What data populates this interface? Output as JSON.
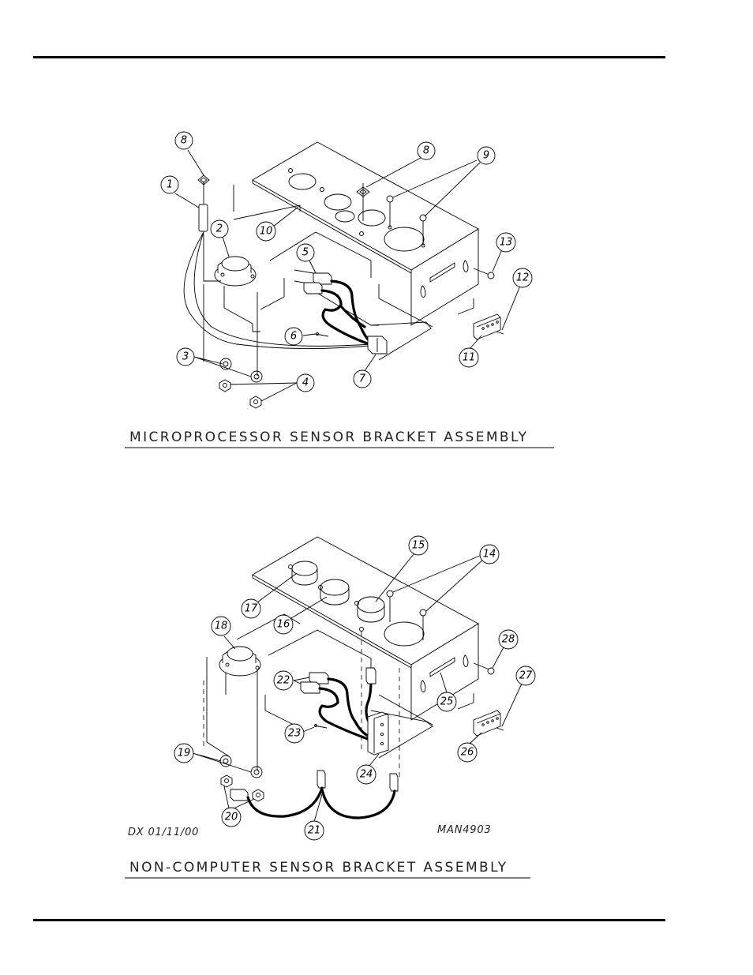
{
  "diagram_top": {
    "title": "MICROPROCESSOR SENSOR BRACKET ASSEMBLY",
    "callouts": [
      {
        "id": "c8a",
        "label": "8"
      },
      {
        "id": "c1",
        "label": "1"
      },
      {
        "id": "c2",
        "label": "2"
      },
      {
        "id": "c10",
        "label": "10"
      },
      {
        "id": "c8b",
        "label": "8"
      },
      {
        "id": "c9",
        "label": "9"
      },
      {
        "id": "c5",
        "label": "5"
      },
      {
        "id": "c13",
        "label": "13"
      },
      {
        "id": "c12",
        "label": "12"
      },
      {
        "id": "c6",
        "label": "6"
      },
      {
        "id": "c3",
        "label": "3"
      },
      {
        "id": "c4",
        "label": "4"
      },
      {
        "id": "c7",
        "label": "7"
      },
      {
        "id": "c11",
        "label": "11"
      }
    ]
  },
  "diagram_bottom": {
    "title": "NON-COMPUTER SENSOR BRACKET ASSEMBLY",
    "date_note": "DX 01/11/00",
    "drawing_number": "MAN4903",
    "callouts": [
      {
        "id": "c15",
        "label": "15"
      },
      {
        "id": "c14",
        "label": "14"
      },
      {
        "id": "c17",
        "label": "17"
      },
      {
        "id": "c16",
        "label": "16"
      },
      {
        "id": "c18",
        "label": "18"
      },
      {
        "id": "c28",
        "label": "28"
      },
      {
        "id": "c27",
        "label": "27"
      },
      {
        "id": "c22",
        "label": "22"
      },
      {
        "id": "c25",
        "label": "25"
      },
      {
        "id": "c23",
        "label": "23"
      },
      {
        "id": "c26",
        "label": "26"
      },
      {
        "id": "c24",
        "label": "24"
      },
      {
        "id": "c19",
        "label": "19"
      },
      {
        "id": "c20",
        "label": "20"
      },
      {
        "id": "c21",
        "label": "21"
      }
    ]
  }
}
